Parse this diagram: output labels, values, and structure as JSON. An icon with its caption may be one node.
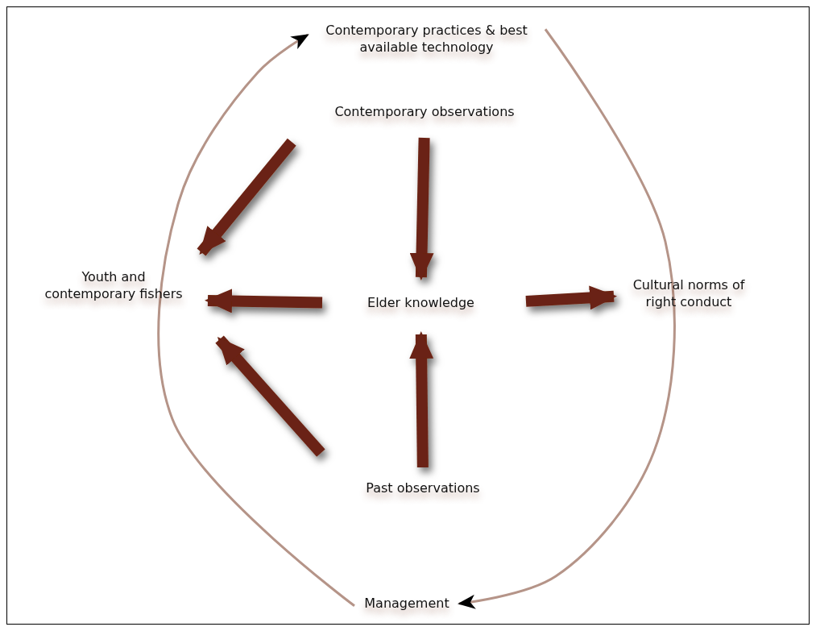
{
  "diagram": {
    "nodes": [
      {
        "text": [
          "Contemporary practices & best available technology"
        ]
      },
      {
        "text": [
          "Contemporary observations"
        ]
      },
      {
        "text": [
          "Youth and contemporary fishers"
        ]
      },
      {
        "text": [
          "Elder knowledge"
        ]
      },
      {
        "text": [
          "Cultural norms of right conduct"
        ]
      },
      {
        "text": [
          "Past observations"
        ]
      },
      {
        "text": [
          "Management"
        ]
      }
    ],
    "edges": [
      {
        "from": 1,
        "to": 2,
        "arrow": "to"
      },
      {
        "from": 1,
        "to": 3,
        "arrow": "to"
      },
      {
        "from": 3,
        "to": 2,
        "arrow": "to"
      },
      {
        "from": 3,
        "to": 4,
        "arrow": "to"
      },
      {
        "from": 5,
        "to": 3,
        "arrow": "to"
      },
      {
        "from": 5,
        "to": 2,
        "arrow": "to"
      },
      {
        "from": 6,
        "to": 0,
        "arrow": "to",
        "color": "#b59488"
      },
      {
        "from": 0,
        "to": 6,
        "arrow": "to",
        "color": "#b59488"
      }
    ]
  }
}
